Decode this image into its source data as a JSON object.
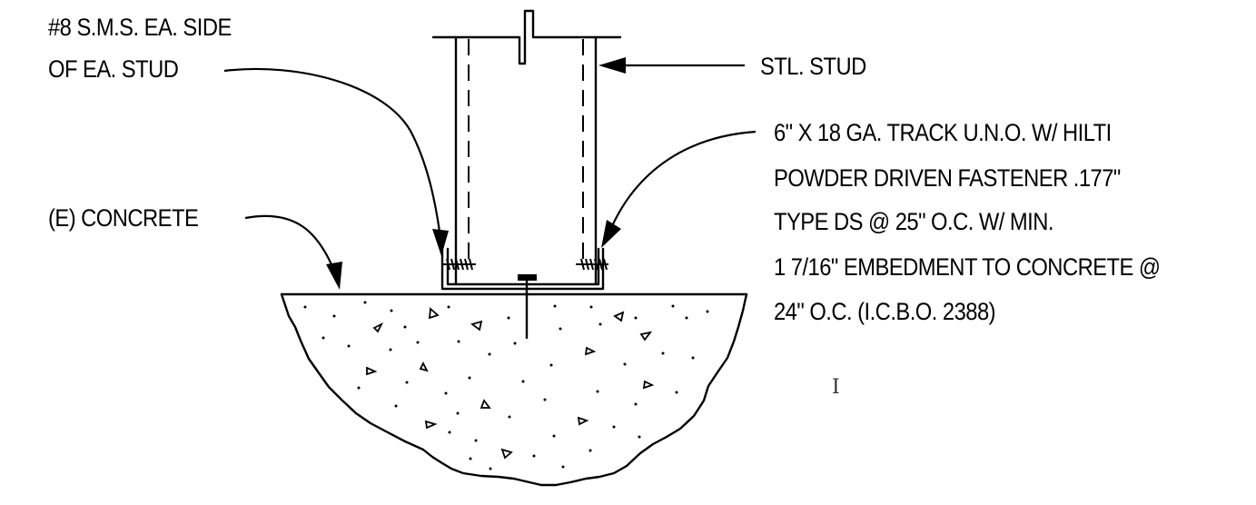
{
  "labels": {
    "screw_line1": "#8 S.M.S. EA. SIDE",
    "screw_line2": "OF EA. STUD",
    "stud": "STL. STUD",
    "track_lines": [
      "6\" X 18 GA. TRACK U.N.O. W/ HILTI",
      "POWDER DRIVEN FASTENER .177\"",
      "TYPE DS @ 25\" O.C. W/ MIN.",
      "1 7/16\" EMBEDMENT TO CONCRETE @",
      "24\" O.C. (I.C.B.O. 2388)"
    ],
    "concrete": "(E) CONCRETE"
  },
  "cursor": {
    "icon": "text-cursor-icon",
    "glyph": "I"
  },
  "colors": {
    "line": "#000000",
    "background": "#ffffff"
  }
}
